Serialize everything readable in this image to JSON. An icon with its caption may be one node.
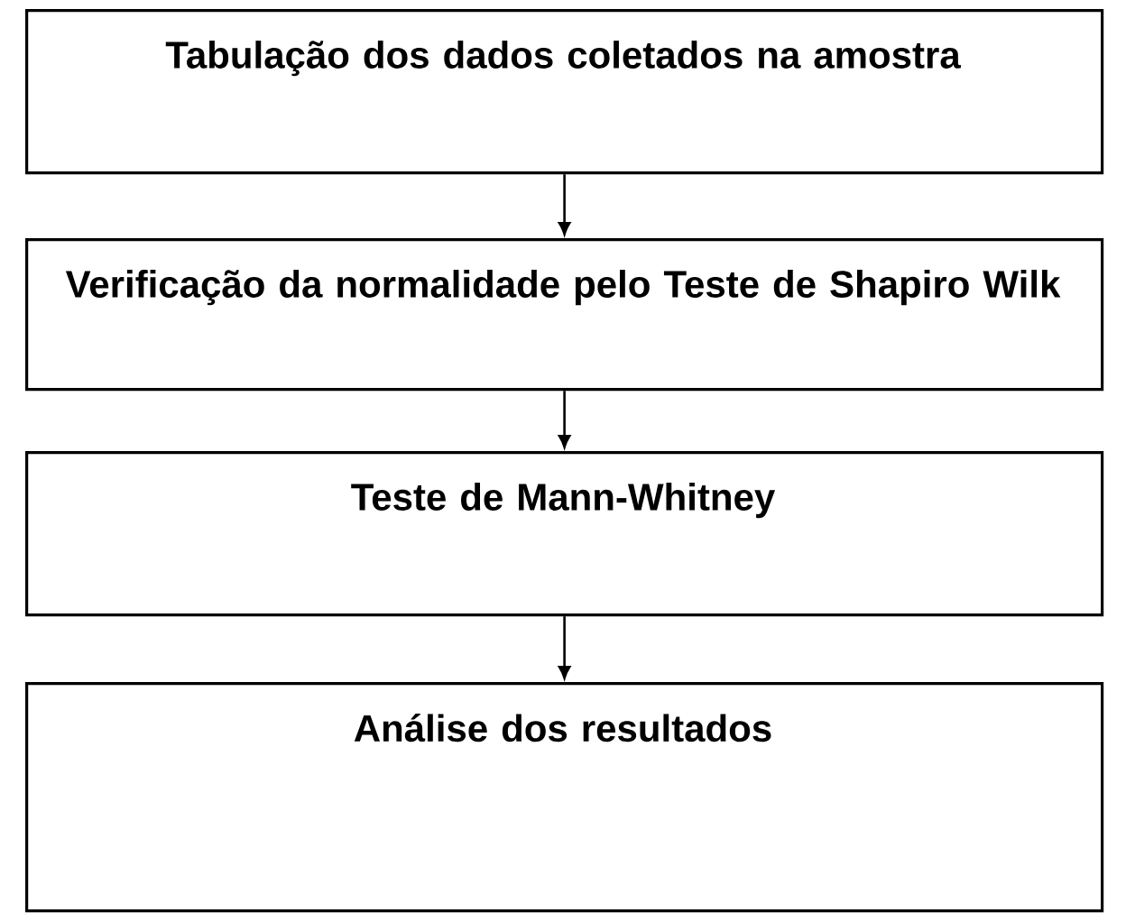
{
  "diagram": {
    "nodes": [
      {
        "text": [
          "Tabulação dos dados coletados na amostra"
        ]
      },
      {
        "text": [
          "Verificação da normalidade pelo Teste de Shapiro Wilk"
        ]
      },
      {
        "text": [
          "Teste de Mann-Whitney"
        ]
      },
      {
        "text": [
          "Análise dos resultados"
        ]
      }
    ],
    "edges": [
      {
        "from": 0,
        "to": 1,
        "arrow": "to"
      },
      {
        "from": 1,
        "to": 2,
        "arrow": "to"
      },
      {
        "from": 2,
        "to": 3,
        "arrow": "to"
      }
    ]
  }
}
